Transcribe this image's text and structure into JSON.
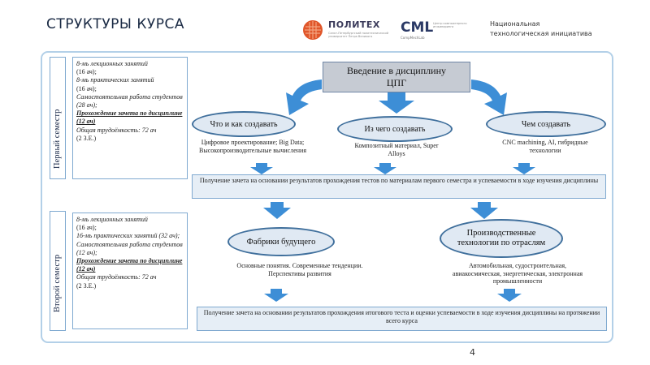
{
  "header": {
    "title": "СТРУКТУРЫ КУРСА",
    "logo_politeh": "ПОЛИТЕХ",
    "logo_politeh_sub": "Санкт-Петербургский политехнический университет Петра Великого",
    "logo_cml": "CML",
    "logo_cml_sub": "Центр компьютерного инжиниринга",
    "logo_cml_under": "CompMechLab",
    "nti_line1": "Национальная",
    "nti_line2": "технологическая инициатива"
  },
  "semester1": {
    "label": "Первый семестр",
    "lectures": "8-мь лекционных занятий",
    "lectures_hours": "(16 ач);",
    "practice": "8-мь практических занятий",
    "practice_hours": "(16 ач);",
    "self_work": "Самостоятельная работа студентов (28 ач);",
    "credit": "Прохождение зачета по дисциплине (12 ач)",
    "total": "Общая трудоёмкость: 72 ач",
    "total_ze": "(2 З.Е.)"
  },
  "semester2": {
    "label": "Второй семестр",
    "lectures": "8-мь лекционных занятий",
    "lectures_hours": "(16 ач);",
    "practice": "16-мь практических занятий (32 ач);",
    "self_work": "Самостоятельная работа студентов (12 ач);",
    "credit": "Прохождение зачета по дисциплине (12 ач)",
    "total": "Общая трудоёмкость: 72 ач",
    "total_ze": "(2 З.Е.)"
  },
  "diagram": {
    "intro_line1": "Введение в дисциплину",
    "intro_line2": "ЦПГ",
    "what_how": "Что и как создавать",
    "from_what": "Из чего создавать",
    "with_what": "Чем создавать",
    "what_how_caption": "Цифровое проектирование; Big Data; Высокопроизводительные вычисления",
    "from_what_caption": "Композитный материал, Super Alloys",
    "with_what_caption": "CNC machining, AI, гибридные технологии",
    "bar1": "Получение зачета на основании результатов прохождения тестов по материалам первого семестра и успеваемости в ходе изучения дисциплины",
    "factories": "Фабрики будущего",
    "production_line1": "Производственные",
    "production_line2": "технологии по отраслям",
    "factories_caption": "Основные понятия. Современные тенденции. Перспективы развития",
    "production_caption": "Автомобильная, судостроительная, авиакосмическая, энергетическая, электронная промышленности",
    "bar2": "Получение зачета на основании результатов прохождения итогового теста и оценки успеваемости в ходе изучения дисциплины на протяжении всего курса"
  },
  "footer": {
    "page_number": "4"
  },
  "colors": {
    "arrow": "#3d8ed6",
    "ellipse_border": "#3f6f9c",
    "frame": "#b3d0e8"
  }
}
